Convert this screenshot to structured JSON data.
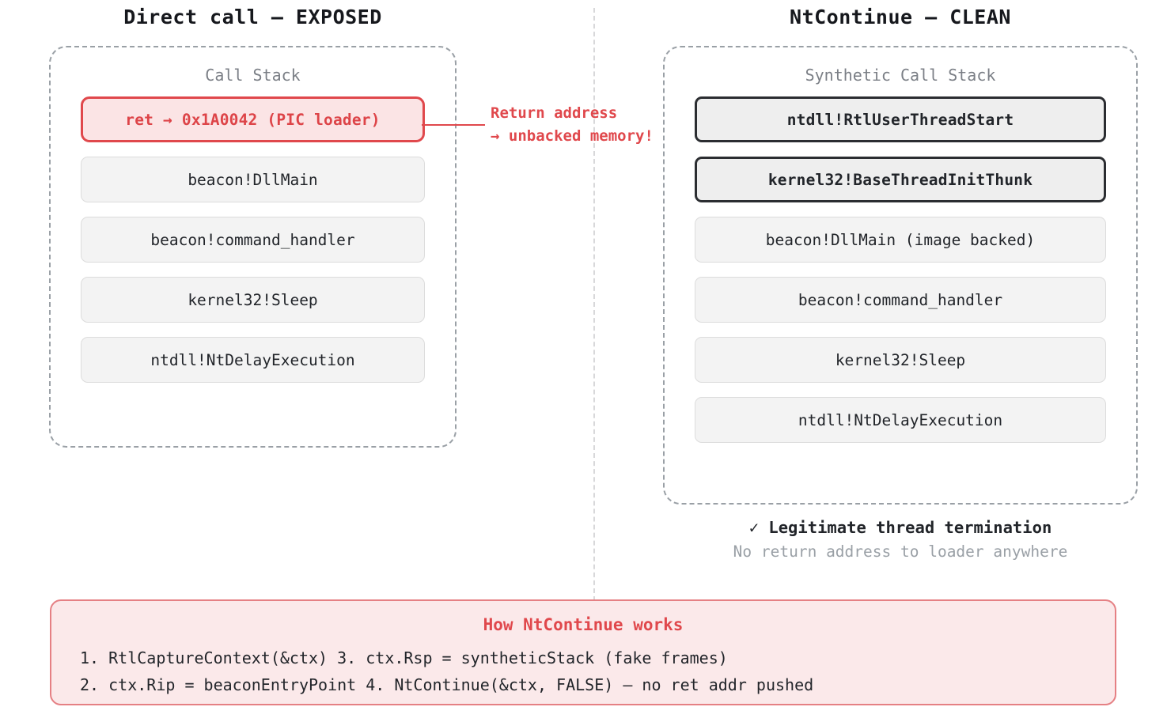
{
  "titles": {
    "left": "Direct call — EXPOSED",
    "right": "NtContinue — CLEAN"
  },
  "left_panel": {
    "caption": "Call Stack",
    "frames": [
      {
        "label": "ret → 0x1A0042 (PIC loader)",
        "style": "danger"
      },
      {
        "label": "beacon!DllMain",
        "style": "normal"
      },
      {
        "label": "beacon!command_handler",
        "style": "normal"
      },
      {
        "label": "kernel32!Sleep",
        "style": "normal"
      },
      {
        "label": "ntdll!NtDelayExecution",
        "style": "normal"
      }
    ]
  },
  "annotation": {
    "line1": "Return address",
    "line2": "→ unbacked memory!"
  },
  "right_panel": {
    "caption": "Synthetic Call Stack",
    "frames": [
      {
        "label": "ntdll!RtlUserThreadStart",
        "style": "legit"
      },
      {
        "label": "kernel32!BaseThreadInitThunk",
        "style": "legit"
      },
      {
        "label": "beacon!DllMain (image backed)",
        "style": "normal"
      },
      {
        "label": "beacon!command_handler",
        "style": "normal"
      },
      {
        "label": "kernel32!Sleep",
        "style": "normal"
      },
      {
        "label": "ntdll!NtDelayExecution",
        "style": "normal"
      }
    ],
    "note_primary": "✓ Legitimate thread termination",
    "note_secondary": "No return address to loader anywhere"
  },
  "explainer": {
    "title": "How NtContinue works",
    "lines": [
      "1. RtlCaptureContext(&ctx) 3. ctx.Rsp = syntheticStack (fake frames)",
      "2. ctx.Rip = beaconEntryPoint 4. NtContinue(&ctx, FALSE) — no ret addr pushed"
    ]
  },
  "colors": {
    "danger": "#e0484c",
    "danger_fill": "#fbe4e5",
    "legit_border": "#2b2d31",
    "frame_fill": "#f3f3f3",
    "panel_border": "#9aa0a6",
    "muted_text": "#9aa0a6"
  }
}
